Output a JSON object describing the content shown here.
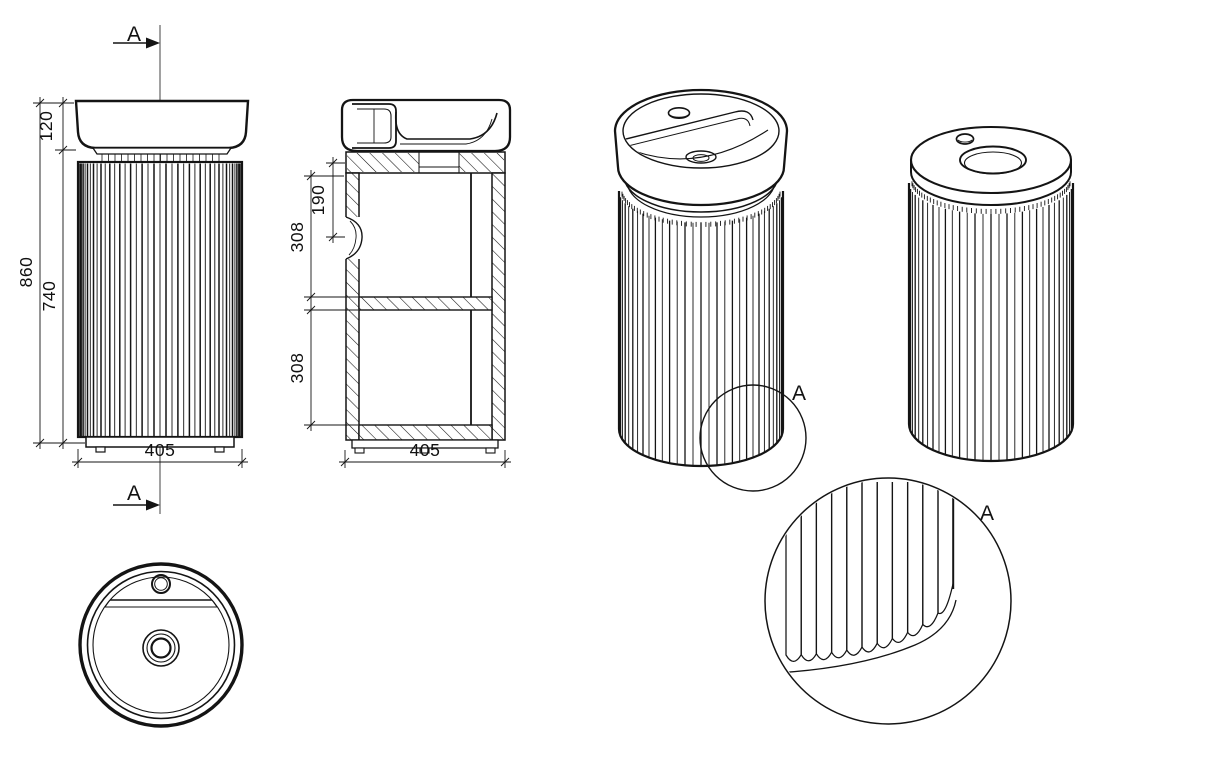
{
  "drawing": {
    "front_view": {
      "section_marker_top": "A",
      "section_marker_bottom": "A",
      "dim_basin_height": "120",
      "dim_total_height": "860",
      "dim_cabinet_height": "740",
      "dim_width": "405"
    },
    "section_view": {
      "dim_top_inset": "190",
      "dim_upper_compartment": "308",
      "dim_lower_compartment": "308",
      "dim_width": "405"
    },
    "isometric_view": {
      "detail_marker": "A"
    },
    "detail_view": {
      "label": "A"
    }
  }
}
